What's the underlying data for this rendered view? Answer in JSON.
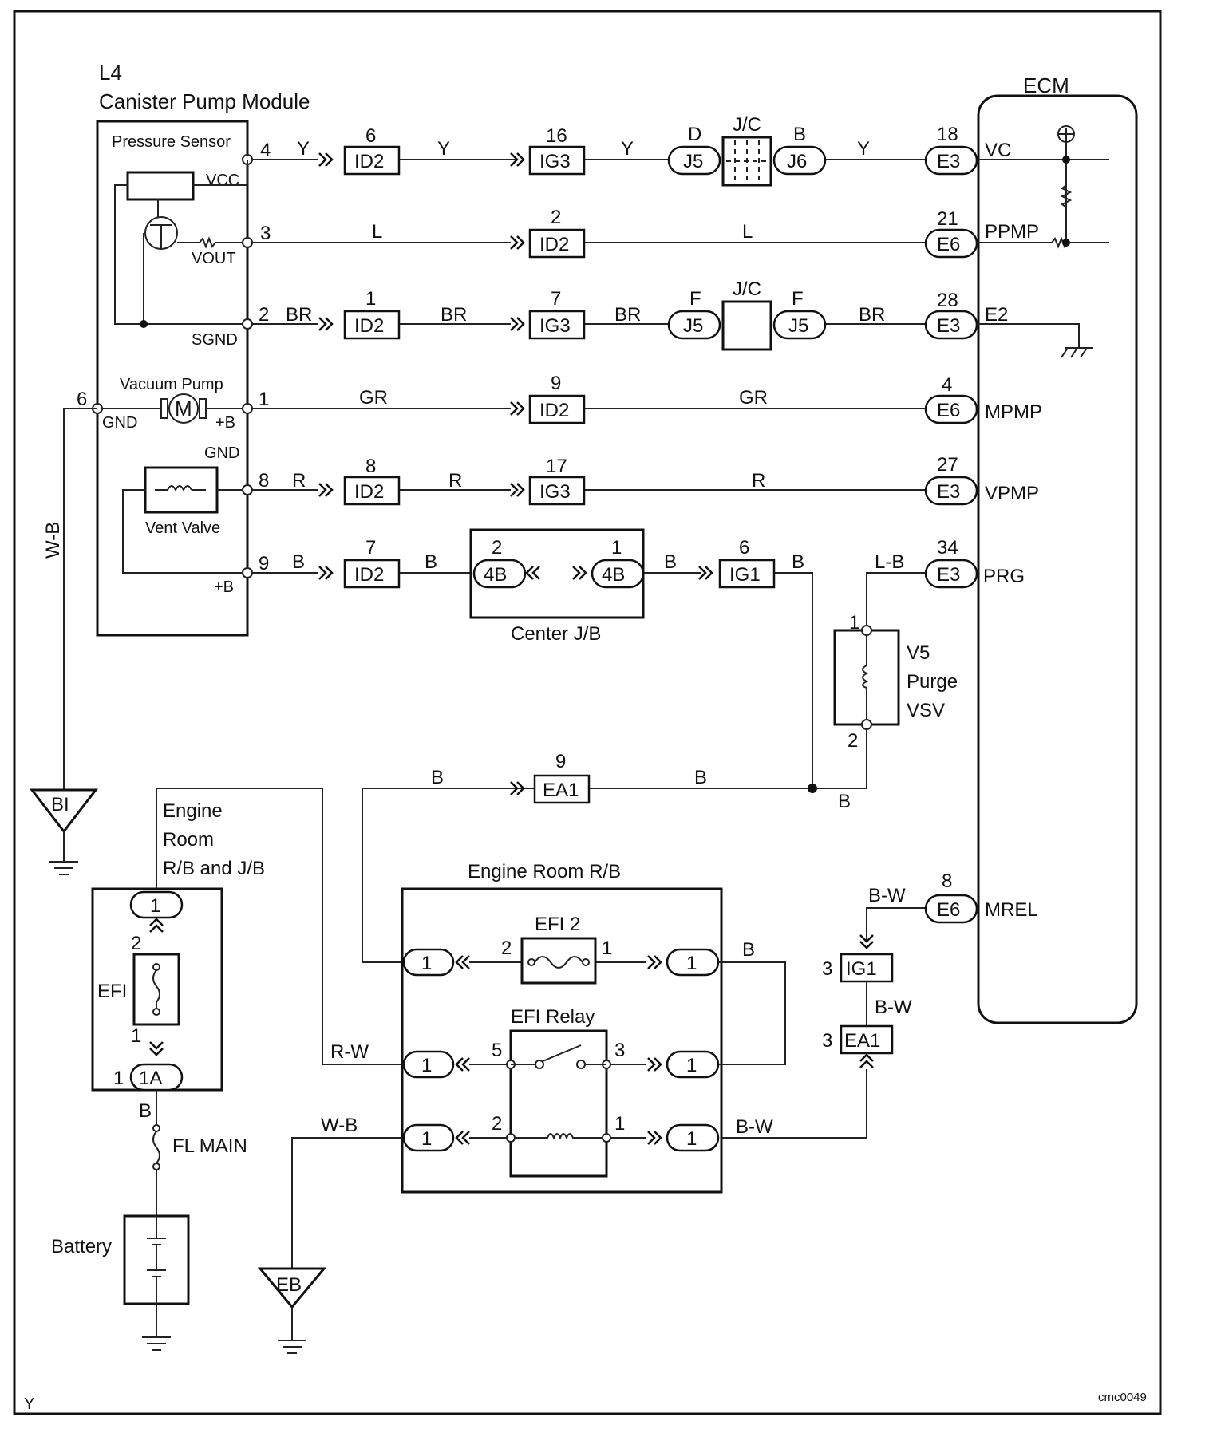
{
  "module": {
    "code": "L4",
    "name": "Canister Pump Module",
    "pressure_sensor": "Pressure Sensor",
    "vcc": "VCC",
    "vout": "VOUT",
    "sgnd": "SGND",
    "vacuum_pump": "Vacuum Pump",
    "motor": "M",
    "gnd": "GND",
    "plus_b": "+B",
    "vent_valve": "Vent Valve"
  },
  "ecm": {
    "title": "ECM",
    "pins": [
      "VC",
      "PPMP",
      "E2",
      "MPMP",
      "VPMP",
      "PRG",
      "MREL"
    ]
  },
  "wire_colors": [
    "Y",
    "L",
    "BR",
    "GR",
    "R",
    "B",
    "W-B",
    "L-B",
    "B-W",
    "R-W"
  ],
  "pin_numbers": [
    "1",
    "2",
    "3",
    "4",
    "6",
    "7",
    "8",
    "9",
    "16",
    "17",
    "18",
    "21",
    "27",
    "28",
    "34",
    "5",
    "1A"
  ],
  "connectors": [
    "ID2",
    "IG3",
    "J5",
    "J6",
    "E3",
    "E6",
    "4B",
    "IG1",
    "EA1",
    "J/C",
    "D",
    "B",
    "F"
  ],
  "center_jb": "Center J/B",
  "purge_vsv": {
    "code": "V5",
    "line1": "Purge",
    "line2": "VSV"
  },
  "engine_room_rb_jb": {
    "line1": "Engine",
    "line2": "Room",
    "line3": "R/B and J/B"
  },
  "engine_room_rb": "Engine Room R/B",
  "efi2": "EFI 2",
  "efi_relay": "EFI Relay",
  "efi": "EFI",
  "fl_main": "FL MAIN",
  "battery": "Battery",
  "grounds": {
    "bi": "BI",
    "eb": "EB"
  },
  "footer": {
    "left": "Y",
    "code": "cmc0049"
  }
}
